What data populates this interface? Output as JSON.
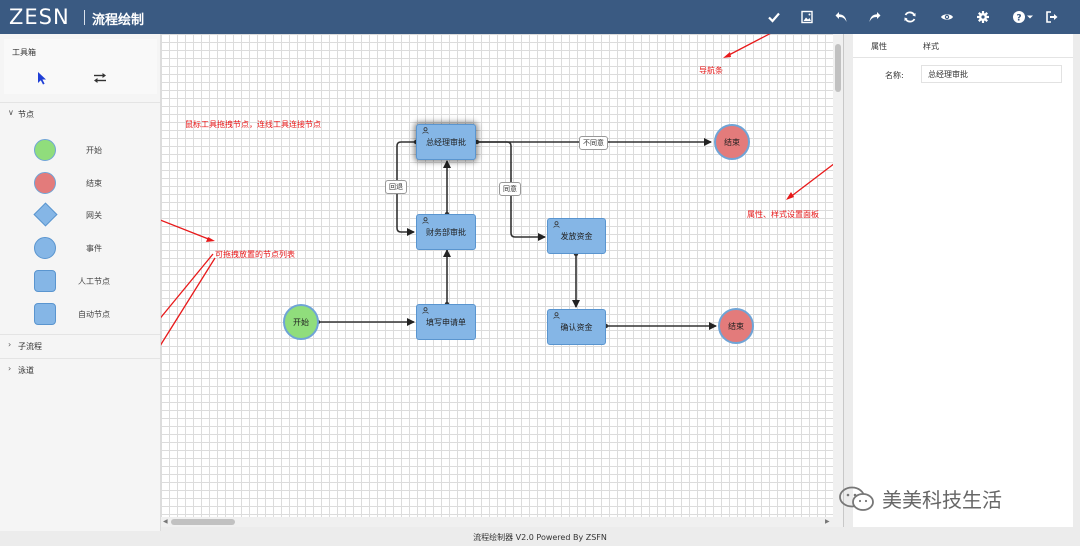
{
  "header": {
    "logo": "ZESN",
    "title": "流程绘制",
    "bg_color": "#3a5a82",
    "toolbar": [
      "check-icon",
      "image-export-icon",
      "undo-icon",
      "redo-icon",
      "refresh-icon",
      "eye-icon",
      "gear-icon",
      "help-icon",
      "logout-icon"
    ]
  },
  "left": {
    "toolbox_title": "工具箱",
    "tools": [
      "pointer-tool-icon",
      "connect-tool-icon"
    ],
    "nodes_section": "节点",
    "node_items": [
      {
        "label": "开始",
        "shape": "circle",
        "color": "#90dd7c"
      },
      {
        "label": "结束",
        "shape": "circle",
        "color": "#e37b7b"
      },
      {
        "label": "网关",
        "shape": "diamond",
        "color": "#85b6e6"
      },
      {
        "label": "事件",
        "shape": "circle",
        "color": "#85b6e6"
      },
      {
        "label": "人工节点",
        "shape": "rect",
        "color": "#85b6e6"
      },
      {
        "label": "自动节点",
        "shape": "rect",
        "color": "#85b6e6"
      }
    ],
    "subprocess_section": "子流程",
    "swimlane_section": "泳道"
  },
  "canvas": {
    "nodes": {
      "start": "开始",
      "fill_form": "填写申请单",
      "finance": "财务部审批",
      "gm": "总经理审批",
      "end1": "结束",
      "disburse": "发放资金",
      "confirm": "确认资金",
      "end2": "结束"
    },
    "edge_labels": {
      "back": "回退",
      "disagree": "不同意",
      "agree": "同意"
    },
    "annotations": {
      "nav": "导航条",
      "tools": "鼠标工具拖拽节点，连线工具连接节点",
      "props": "属性、样式设置面板",
      "nodes": "可拖拽放置的节点列表"
    }
  },
  "right": {
    "tabs": [
      "属性",
      "样式"
    ],
    "name_label": "名称:",
    "name_value": "总经理审批"
  },
  "watermark": "美美科技生活",
  "footer": "流程绘制器 V2.0 Powered By ZSFN"
}
